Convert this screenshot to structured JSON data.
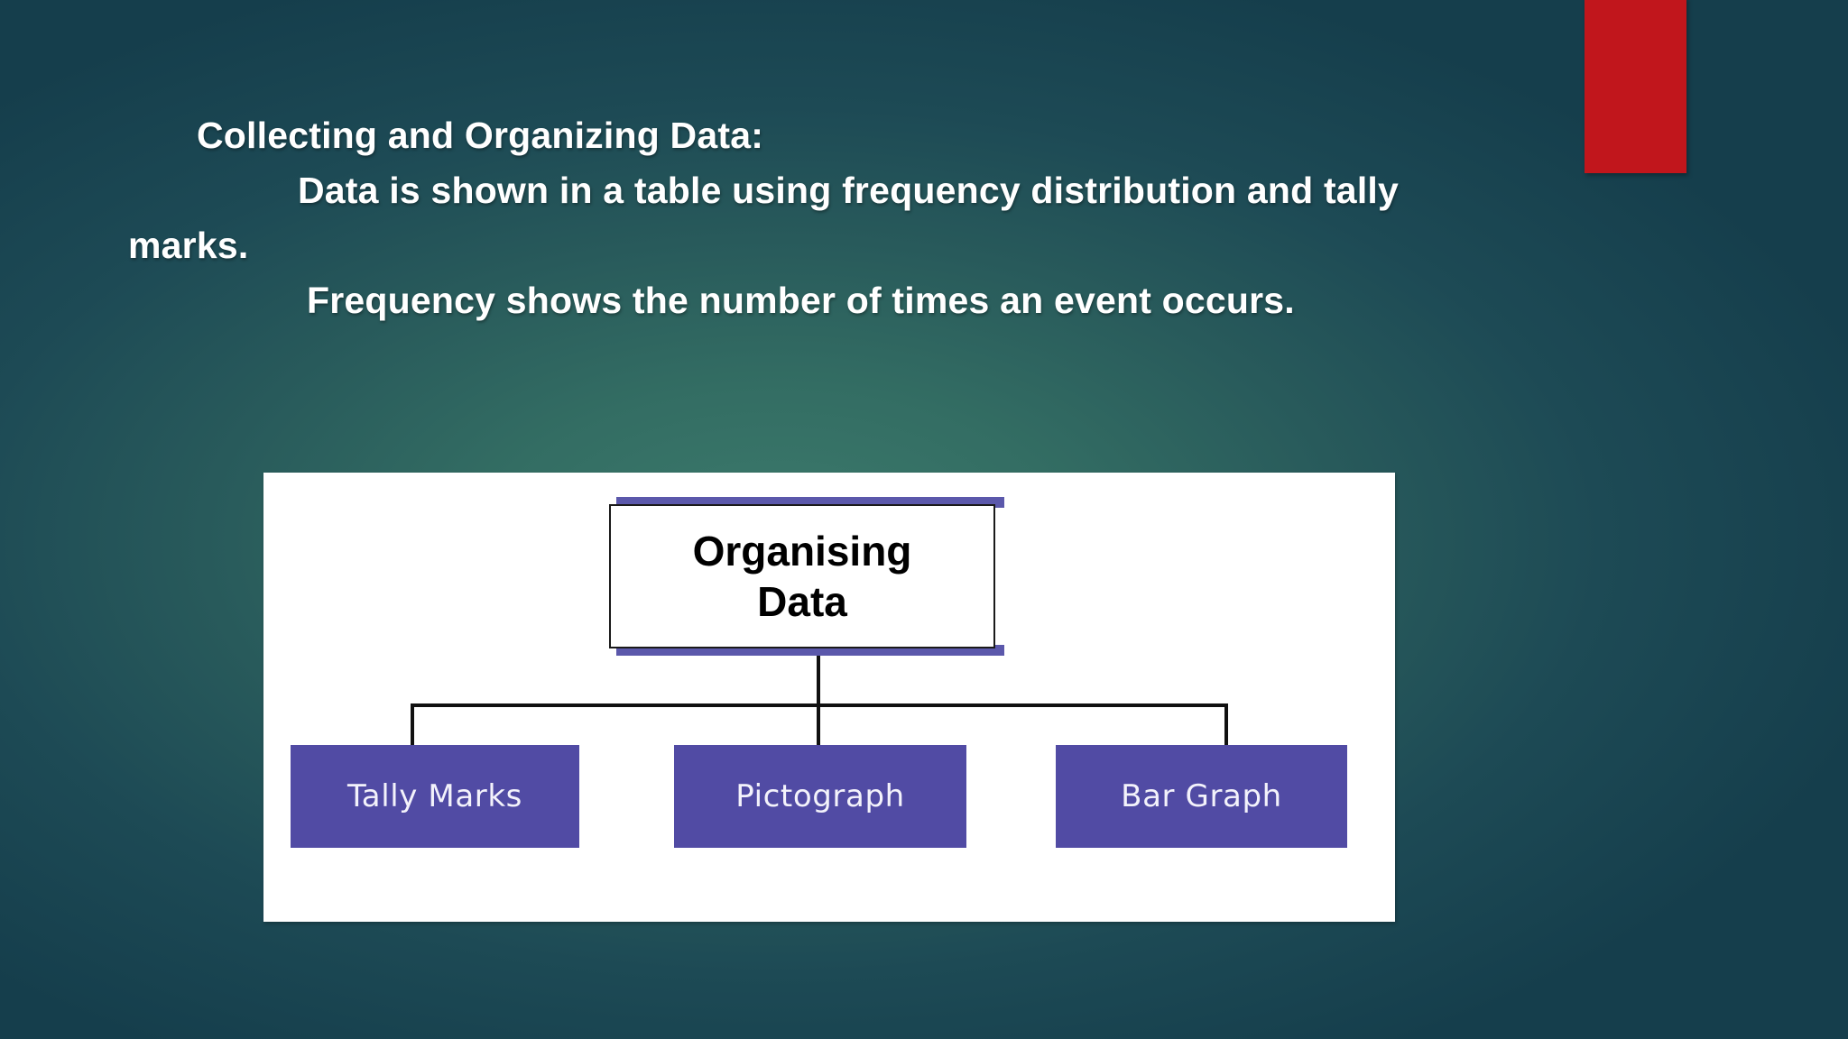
{
  "slide": {
    "background_color_center": "#3c7a6c",
    "background_color_edge": "#153e4c",
    "accent_block_color": "#c1161c"
  },
  "body_text": {
    "heading": "Collecting and Organizing Data:",
    "line_2": "Data is shown in a table using frequency distribution and tally",
    "line_3": "marks.",
    "line_4": "Frequency shows the number of times an event occurs."
  },
  "diagram": {
    "panel_background": "#ffffff",
    "root": {
      "label": "Organising\nData",
      "fill": "#ffffff",
      "border_color": "#1a1a1a",
      "accent_color": "#5b58ab"
    },
    "children": [
      {
        "label": "Tally Marks",
        "fill": "#514ba4",
        "text_color": "#f3f2fb"
      },
      {
        "label": "Pictograph",
        "fill": "#514ba4",
        "text_color": "#f3f2fb"
      },
      {
        "label": "Bar Graph",
        "fill": "#514ba4",
        "text_color": "#f3f2fb"
      }
    ],
    "connector_color": "#111111"
  }
}
